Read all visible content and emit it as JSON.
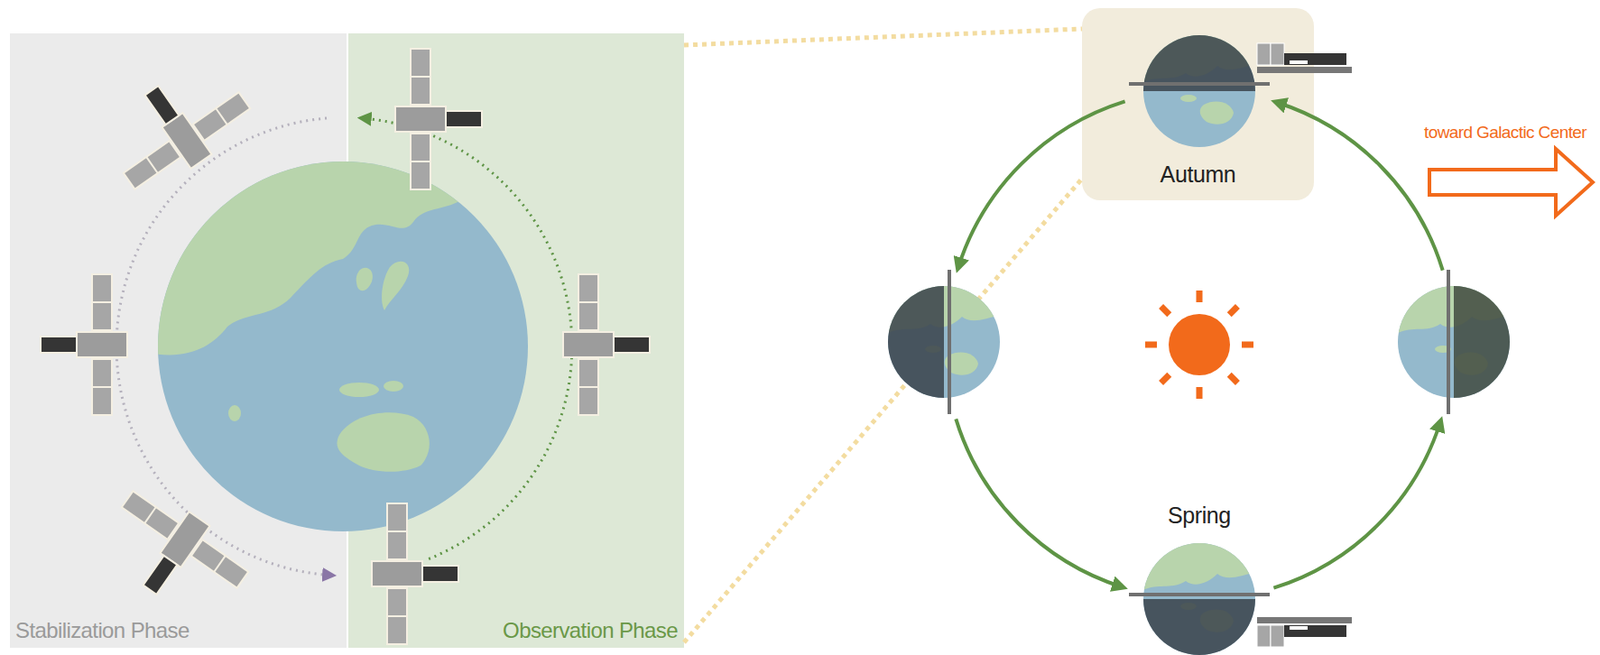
{
  "diagram": {
    "nodes": [
      {
        "text": [
          "Stabilization Phase"
        ]
      },
      {
        "text": [
          "Observation Phase"
        ]
      },
      {
        "text": [
          "Autumn"
        ]
      }
    ],
    "labels": [
      "Spring",
      "toward Galactic Center"
    ]
  }
}
